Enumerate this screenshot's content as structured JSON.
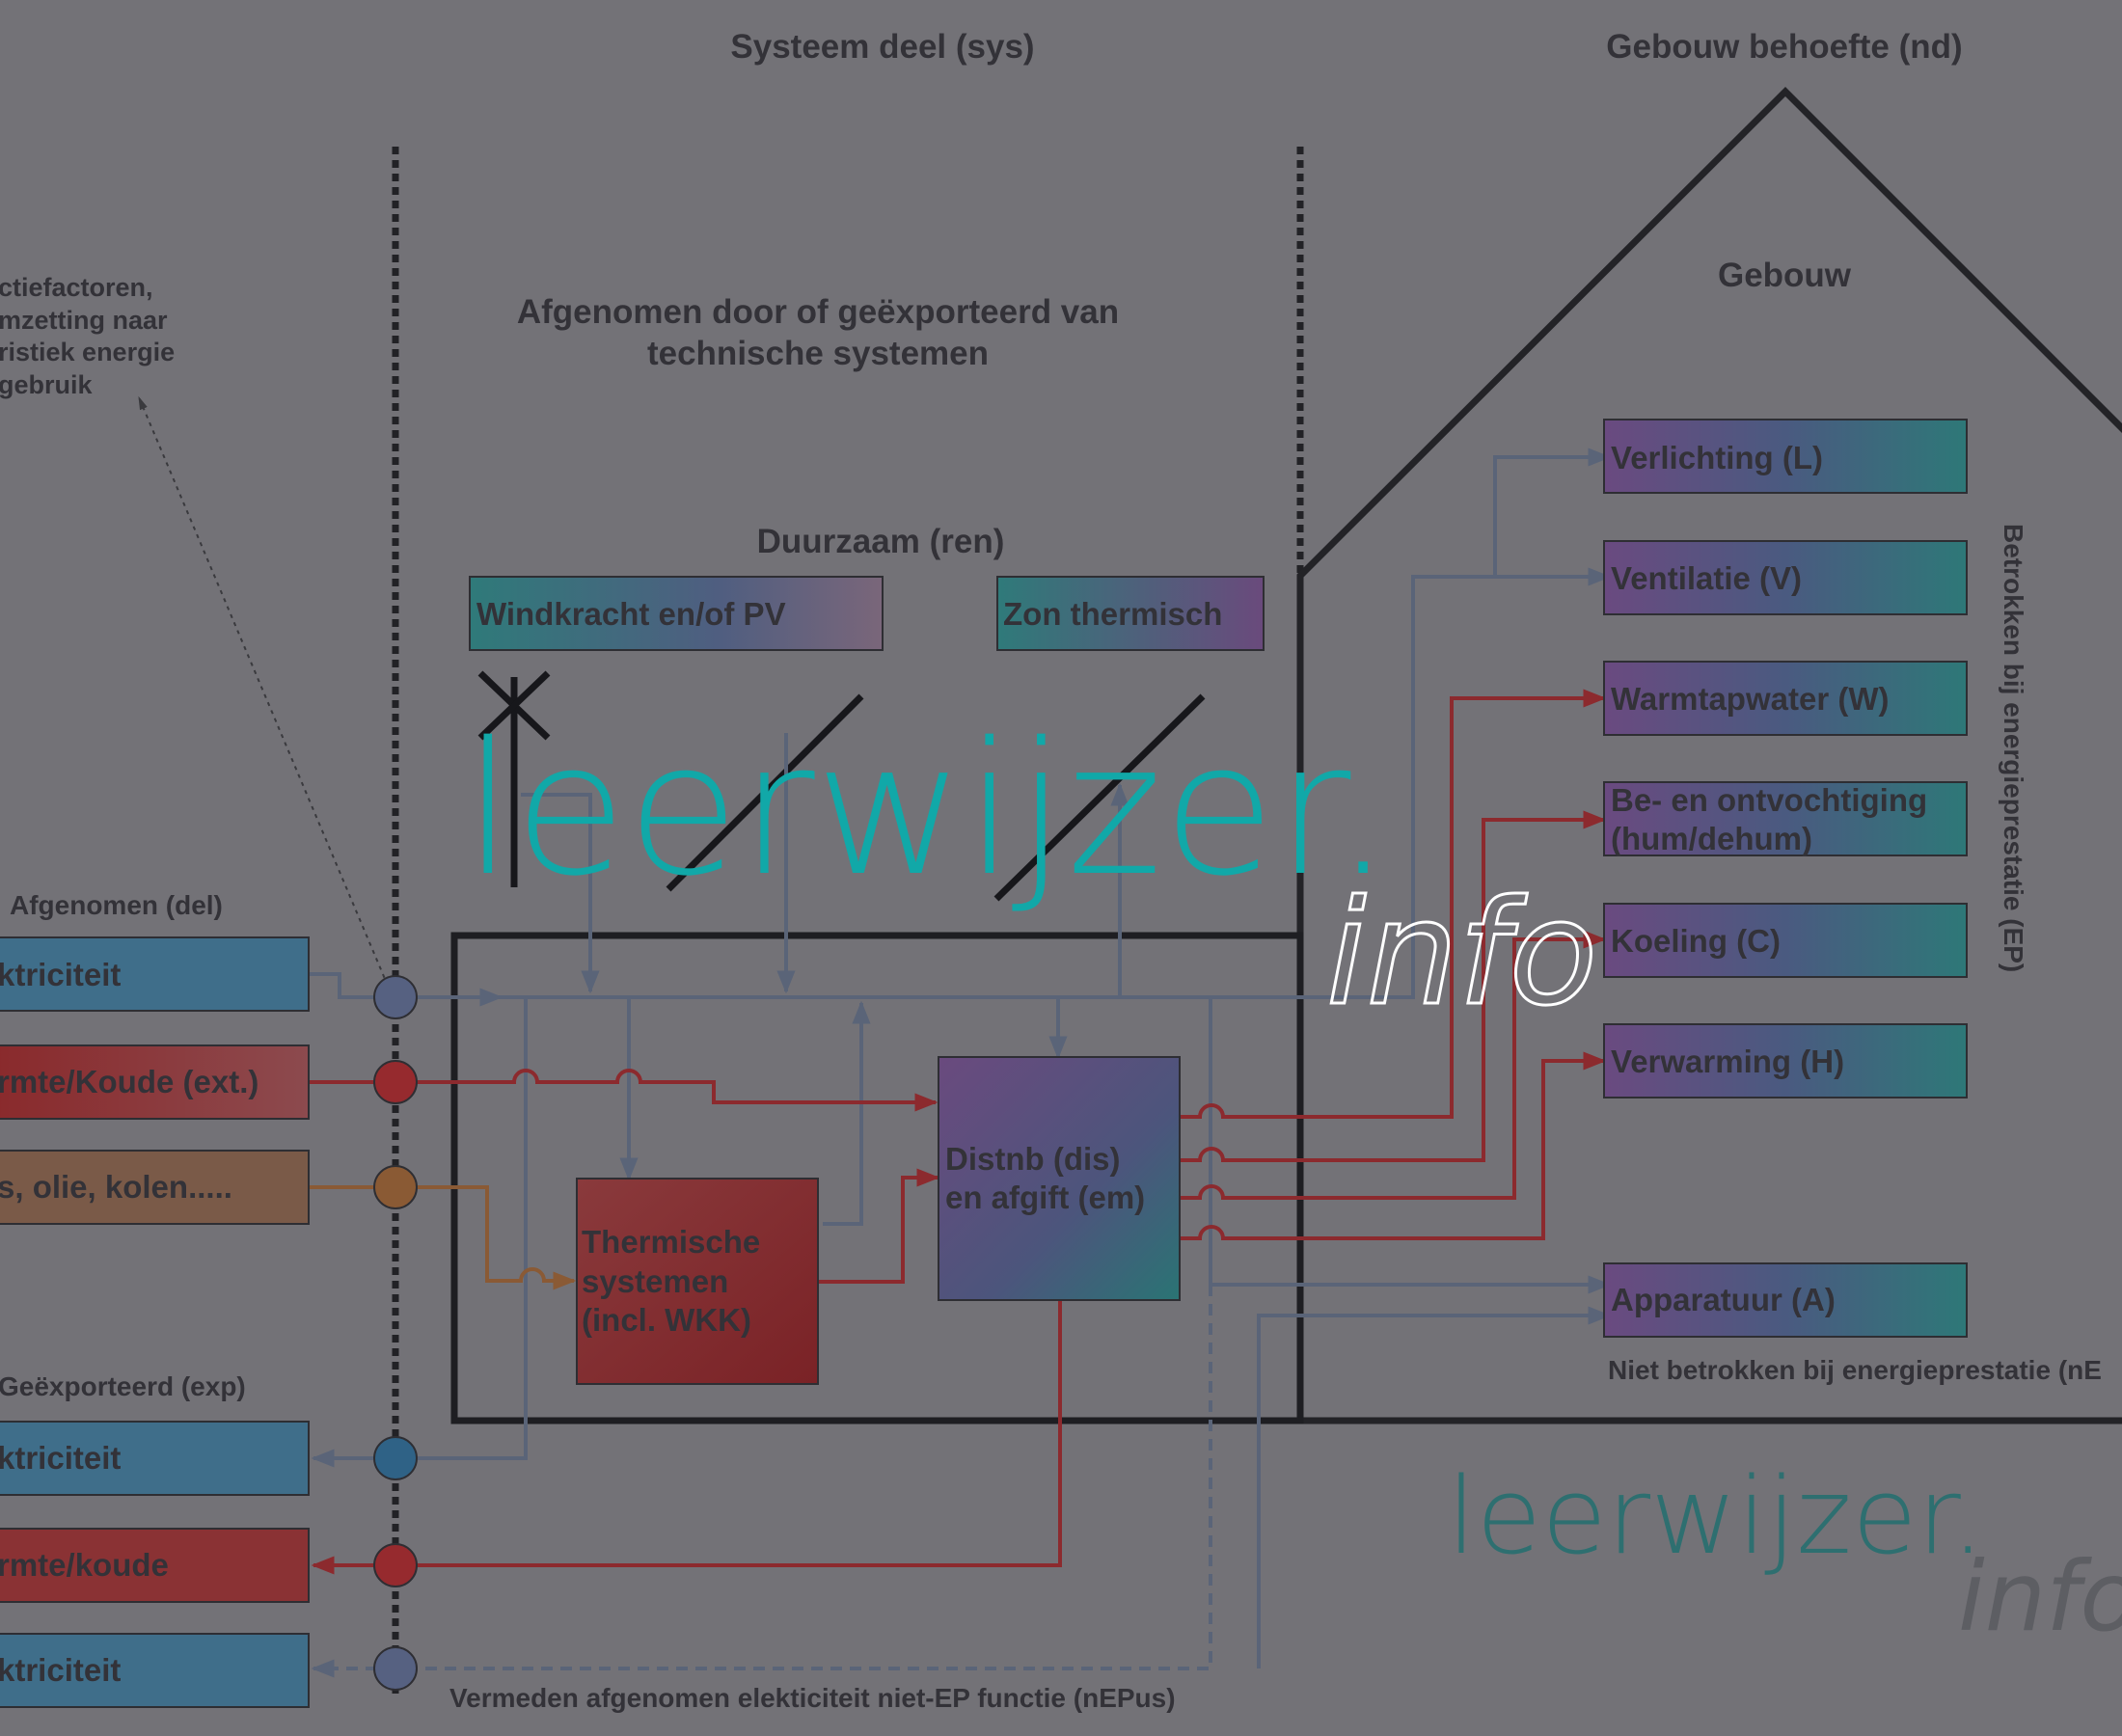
{
  "headings": {
    "system": "Systeem deel (sys)",
    "building_needs": "Gebouw behoefte (nd)",
    "building": "Gebouw",
    "technical_line1": "Afgenomen door of geëxporteerd  van",
    "technical_line2": "technische systemen",
    "renewable": "Duurzaam (ren)"
  },
  "conversion_note": [
    "ctiefactoren,",
    "mzetting naar",
    "ristiek energie",
    "gebruik"
  ],
  "delivered": {
    "title": "Afgenomen (del)",
    "items": [
      "ktriciteit",
      "rmte/Koude (ext.)",
      "s, olie, kolen....."
    ]
  },
  "exported": {
    "title": "Geëxporteerd (exp)",
    "items": [
      "ktriciteit",
      "rmte/koude",
      "ktriciteit"
    ]
  },
  "renewables": [
    "Windkracht en/of PV",
    "Zon thermisch"
  ],
  "thermal_systems": [
    "Thermische",
    "systemen",
    "(incl. WKK)"
  ],
  "distribution": [
    "Distnb (dis)",
    "en afgift (em)"
  ],
  "uses": [
    {
      "lines": [
        "Verlichting (L)"
      ]
    },
    {
      "lines": [
        "Ventilatie (V)"
      ]
    },
    {
      "lines": [
        "Warmtapwater (W)"
      ]
    },
    {
      "lines": [
        "Be- en ontvochtiging",
        "(hum/dehum)"
      ]
    },
    {
      "lines": [
        "Koeling (C)"
      ]
    },
    {
      "lines": [
        "Verwarming (H)"
      ]
    }
  ],
  "appliances": "Apparatuur (A)",
  "ep_side_label": "Betrokken bij energieprestatie (EP)",
  "non_ep_label": "Niet betrokken bij energieprestatie (nE",
  "avoided_label": "Vermeden afgenomen elekticiteit niet-EP functie (nEPus)",
  "watermark": {
    "main": "leerwijzer.",
    "sub": "info"
  },
  "colors": {
    "background": "#737277",
    "electric_line": "#5a6478",
    "heat_line": "#8c2a2e",
    "fuel_line": "#8a5a35",
    "electric_box": "#3f6e8a",
    "heat_box": "#8a3234",
    "fuel_box": "#7a5a48",
    "watermark_teal": "#11a8a8"
  }
}
